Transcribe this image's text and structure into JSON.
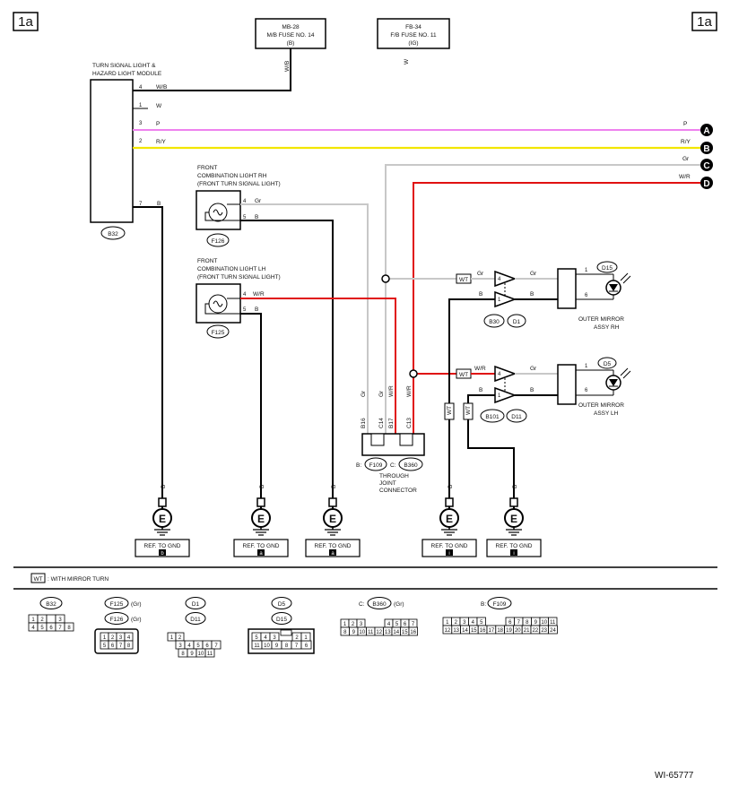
{
  "page_tag": "1a",
  "footer_id": "WI-65777",
  "fuses": {
    "mb28": {
      "line1": "MB-28",
      "line2": "M/B FUSE NO. 14",
      "line3": "(B)",
      "wire": "W/B"
    },
    "fb34": {
      "line1": "FB-34",
      "line2": "F/B FUSE NO. 11",
      "line3": "(IG)",
      "wire": "W"
    }
  },
  "module": {
    "title1": "TURN SIGNAL LIGHT &",
    "title2": "HAZARD LIGHT MODULE",
    "connector": "B32",
    "pins": [
      {
        "pin": "4",
        "color": "W/B"
      },
      {
        "pin": "1",
        "color": "W"
      },
      {
        "pin": "3",
        "color": "P"
      },
      {
        "pin": "2",
        "color": "R/Y"
      },
      {
        "pin": "7",
        "color": "B"
      }
    ]
  },
  "right_refs": [
    {
      "letter": "A",
      "color": "P"
    },
    {
      "letter": "B",
      "color": "R/Y"
    },
    {
      "letter": "C",
      "color": "Gr"
    },
    {
      "letter": "D",
      "color": "W/R"
    }
  ],
  "front_rh": {
    "t1": "FRONT",
    "t2": "COMBINATION LIGHT RH",
    "t3": "(FRONT TURN SIGNAL LIGHT)",
    "connector": "F126",
    "pin_a": "4",
    "col_a": "Gr",
    "pin_b": "5",
    "col_b": "B"
  },
  "front_lh": {
    "t1": "FRONT",
    "t2": "COMBINATION LIGHT LH",
    "t3": "(FRONT TURN SIGNAL LIGHT)",
    "connector": "F125",
    "pin_a": "4",
    "col_a": "W/R",
    "pin_b": "5",
    "col_b": "B"
  },
  "joint": {
    "pins": [
      "B16",
      "C14",
      "B17",
      "C13"
    ],
    "colors": [
      "Gr",
      "Gr",
      "W/R",
      "W/R"
    ],
    "b_prefix": "B:",
    "b_conn": "F109",
    "c_prefix": "C:",
    "c_conn": "B360",
    "t1": "THROUGH",
    "t2": "JOINT",
    "t3": "CONNECTOR"
  },
  "mirror_rh": {
    "wt": "WT",
    "c_in1": "Gr",
    "c_in2": "B",
    "c_out1": "Gr",
    "c_out2": "B",
    "p1": "4",
    "p2": "1",
    "q1": "1",
    "q2": "6",
    "conn1": "B30",
    "conn2": "D1",
    "conn3": "D15",
    "t1": "OUTER MIRROR",
    "t2": "ASSY RH"
  },
  "mirror_lh": {
    "wt": "WT",
    "c_in1": "W/R",
    "c_in2": "B",
    "c_out1": "Gr",
    "c_out2": "B",
    "p1": "4",
    "p2": "1",
    "q1": "1",
    "q2": "6",
    "conn1": "B101",
    "conn2": "D11",
    "conn3": "D5",
    "t1": "OUTER MIRROR",
    "t2": "ASSY LH"
  },
  "wt_vertical": "WT",
  "grounds": [
    {
      "wire": "B",
      "ref": "REF. TO GND",
      "code": "b",
      "sym": "E"
    },
    {
      "wire": "B",
      "ref": "REF. TO GND",
      "code": "a",
      "sym": "E"
    },
    {
      "wire": "B",
      "ref": "REF. TO GND",
      "code": "a",
      "sym": "E"
    },
    {
      "wire": "B",
      "ref": "REF. TO GND",
      "code": "i",
      "sym": "E"
    },
    {
      "wire": "B",
      "ref": "REF. TO GND",
      "code": "i",
      "sym": "E"
    }
  ],
  "legend": {
    "box": "WT",
    "text": ": WITH MIRROR TURN"
  },
  "connector_views": {
    "b32": {
      "name": "B32",
      "row1": [
        "1",
        "2",
        "",
        "3"
      ],
      "row2": [
        "4",
        "5",
        "6",
        "7",
        "8"
      ]
    },
    "f125": {
      "name": "F125",
      "name2": "F126",
      "color": "(Gr)",
      "row1": [
        "1",
        "2",
        "3",
        "4"
      ],
      "row2": [
        "5",
        "6",
        "7",
        "8"
      ]
    },
    "d1": {
      "name": "D1",
      "name2": "D11",
      "row1": [
        "1",
        "2"
      ],
      "row2": [
        "3",
        "4",
        "5",
        "6",
        "7"
      ],
      "row3": [
        "8",
        "9",
        "10",
        "11"
      ]
    },
    "d5": {
      "name": "D5",
      "name2": "D15",
      "row1": [
        "5",
        "4",
        "3",
        "2",
        "1"
      ],
      "row2": [
        "11",
        "10",
        "9",
        "8",
        "7",
        "6"
      ]
    },
    "b360": {
      "prefix": "C:",
      "name": "B360",
      "color": "(Gr)",
      "row1": [
        "1",
        "2",
        "3",
        "4",
        "5",
        "6",
        "7"
      ],
      "row2": [
        "8",
        "9",
        "10",
        "11",
        "12",
        "13",
        "14",
        "15",
        "16"
      ]
    },
    "f109": {
      "prefix": "B:",
      "name": "F109",
      "row1": [
        "1",
        "2",
        "3",
        "4",
        "5",
        "6",
        "7",
        "8",
        "9",
        "10",
        "11"
      ],
      "row2": [
        "12",
        "13",
        "14",
        "15",
        "16",
        "17",
        "18",
        "19",
        "20",
        "21",
        "22",
        "23",
        "24"
      ]
    }
  },
  "colors": {
    "pink": "#ee82ee",
    "yellow": "#f2e600",
    "gray": "#c8c8c8",
    "red": "#e01010"
  }
}
